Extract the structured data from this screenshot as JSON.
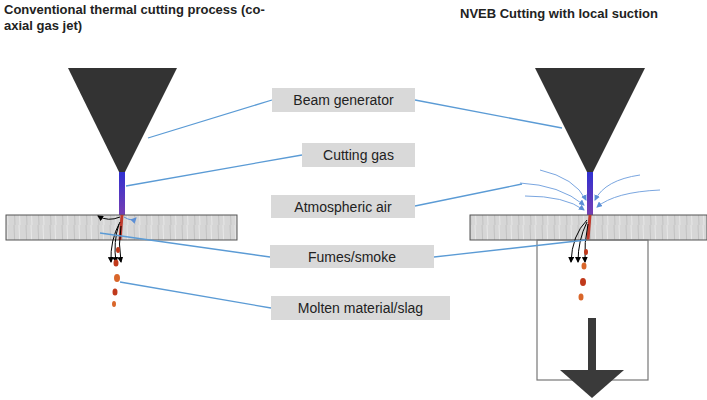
{
  "diagram": {
    "nodes": [
      {
        "text": [
          "Beam generator"
        ]
      },
      {
        "text": [
          "Cutting gas"
        ]
      },
      {
        "text": [
          "Atmospheric air"
        ]
      },
      {
        "text": [
          "Fumes/smoke"
        ]
      },
      {
        "text": [
          "Molten material/slag"
        ]
      }
    ],
    "labels": [
      "Conventional thermal cutting process (co-axial gas jet)",
      "NVEB Cutting with local suction"
    ]
  }
}
